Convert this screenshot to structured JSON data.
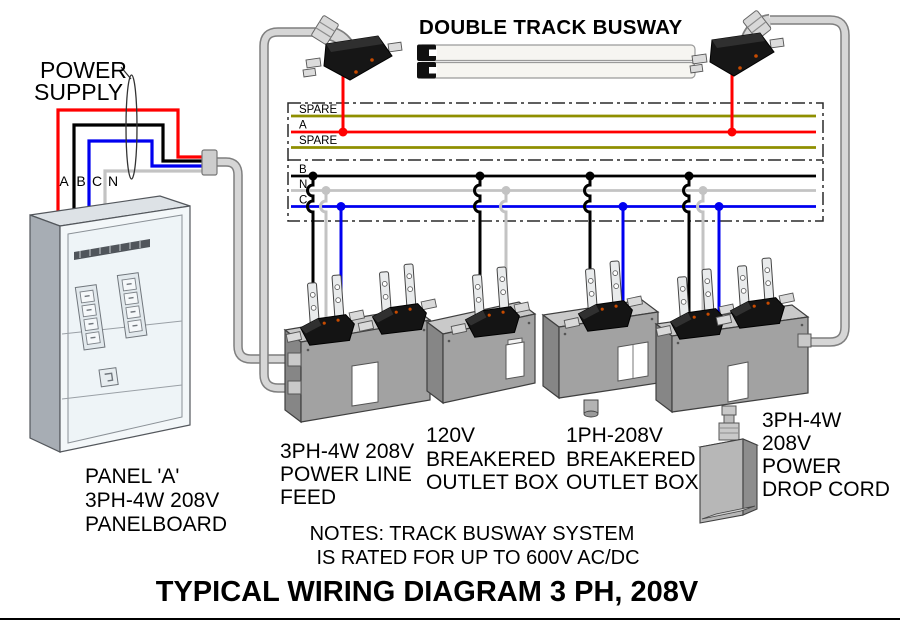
{
  "title": "TYPICAL WIRING DIAGRAM 3 PH, 208V",
  "notes": {
    "lines": [
      "NOTES: TRACK BUSWAY SYSTEM",
      "IS RATED FOR UP TO 600V AC/DC"
    ]
  },
  "busway": {
    "title": "DOUBLE TRACK BUSWAY"
  },
  "power_supply": {
    "lines": [
      "POWER",
      "SUPPLY"
    ],
    "phase_labels": [
      "A",
      "B",
      "C",
      "N"
    ]
  },
  "panel": {
    "lines": [
      "PANEL 'A'",
      "3PH-4W 208V",
      "PANELBOARD"
    ]
  },
  "bus": {
    "labels": [
      "SPARE",
      "A",
      "SPARE",
      "B",
      "N",
      "C"
    ]
  },
  "devices": {
    "power_line_feed": {
      "lines": [
        "3PH-4W 208V",
        "POWER LINE",
        "FEED"
      ]
    },
    "outlet_120v": {
      "lines": [
        "120V",
        "BREAKERED",
        "OUTLET BOX"
      ]
    },
    "outlet_1ph_208v": {
      "lines": [
        "1PH-208V",
        "BREAKERED",
        "OUTLET BOX"
      ]
    },
    "power_drop_cord": {
      "lines": [
        "3PH-4W",
        "208V",
        "POWER",
        "DROP CORD"
      ]
    }
  },
  "colors": {
    "phase_a": "#ff0000",
    "phase_b": "#000000",
    "phase_c": "#0000f0",
    "neutral": "#c3c3c3",
    "spare": "#8f8f00",
    "conduit": "#d6d6d6",
    "conduit_edge": "#7f7f7f"
  }
}
